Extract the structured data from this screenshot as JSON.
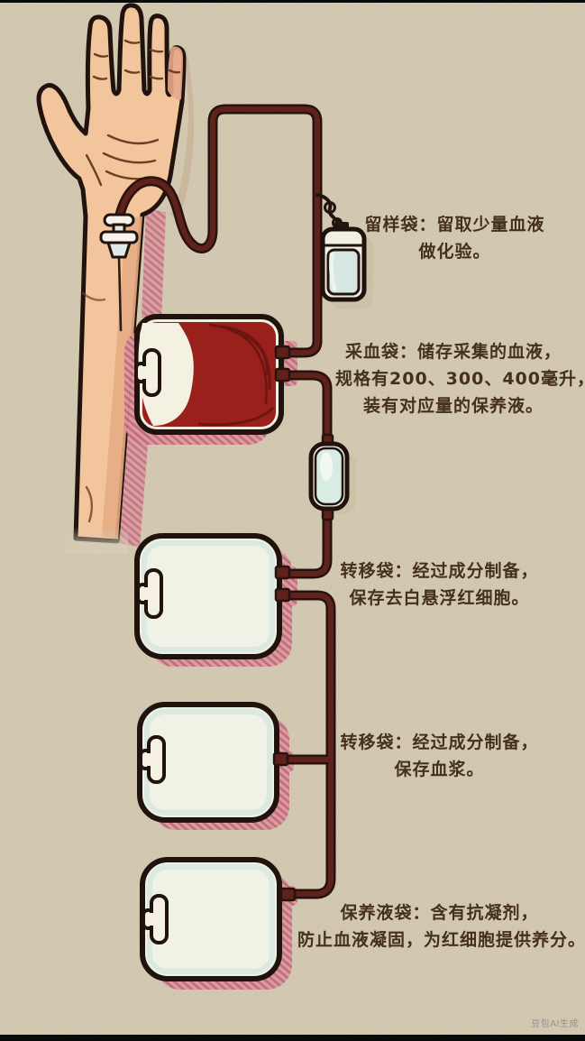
{
  "annotations": [
    {
      "id": "sample-bag",
      "lines": [
        "留样袋：留取少量血液",
        "做化验。"
      ]
    },
    {
      "id": "collection-bag",
      "lines": [
        "采血袋：储存采集的血液，",
        "规格有200、300、400毫升，",
        "装有对应量的保养液。"
      ]
    },
    {
      "id": "transfer-bag-red-cells",
      "lines": [
        "转移袋：经过成分制备，",
        "保存去白悬浮红细胞。"
      ]
    },
    {
      "id": "transfer-bag-plasma",
      "lines": [
        "转移袋：经过成分制备，",
        "保存血浆。"
      ]
    },
    {
      "id": "preservative-bag",
      "lines": [
        "保养液袋：含有抗凝剂，",
        "防止血液凝固，为红细胞提供养分。"
      ]
    }
  ],
  "watermark": {
    "text": "豆包AI生成"
  },
  "palette": {
    "background": "#d7cdb6",
    "outline": "#20130d",
    "tube": "#5e221b",
    "blood": "#9a211b",
    "skin": "#f3c59c",
    "shadow_pink": "#dd97a2",
    "bag_fill": "#f0f2e6",
    "pouch_liquid": "#d6e6e0",
    "text": "#44301d"
  }
}
